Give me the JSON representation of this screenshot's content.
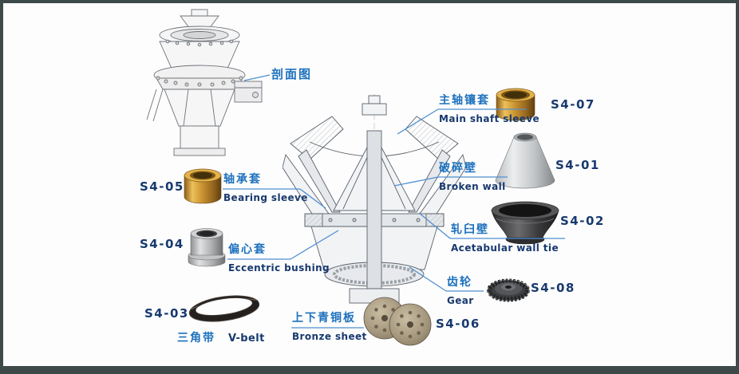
{
  "title": {
    "section_view": "剖面图"
  },
  "parts": [
    {
      "code": "S4-07",
      "cn": "主轴镶套",
      "en": "Main shaft sleeve"
    },
    {
      "code": "S4-01",
      "cn": "破碎壁",
      "en": "Broken wall"
    },
    {
      "code": "S4-02",
      "cn": "轧臼壁",
      "en": "Acetabular wall tie"
    },
    {
      "code": "S4-08",
      "cn": "齿轮",
      "en": "Gear"
    },
    {
      "code": "S4-05",
      "cn": "轴承套",
      "en": "Bearing sleeve"
    },
    {
      "code": "S4-04",
      "cn": "偏心套",
      "en": "Eccentric bushing"
    },
    {
      "code": "S4-03",
      "cn": "三角带",
      "en": "V-belt"
    },
    {
      "code": "S4-06",
      "cn": "上下青铜板",
      "en": "Bronze sheet"
    }
  ],
  "colors": {
    "label_blue": "#1d71bd",
    "text_navy": "#17396e",
    "leader_line": "#4f8fd2",
    "frame": "#3e4a49",
    "background": "#fdfdfd",
    "brass": "#c6912e",
    "steel": "#aeb0b2",
    "bronze": "#a3967c"
  }
}
